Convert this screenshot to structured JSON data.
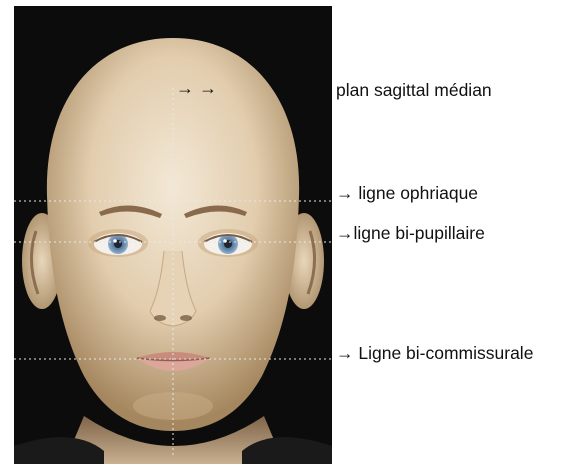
{
  "labels": {
    "sagittal_arrows": "→ →",
    "sagittal": "plan sagittal médian",
    "ophriaque": "→ ligne ophriaque",
    "bipupillaire": "→ligne bi-pupillaire",
    "bicommissurale": "→ Ligne bi-commissurale"
  },
  "colors": {
    "background": "#0c0c0c",
    "skin_light": "#efe3cf",
    "skin_mid": "#d9c2a0",
    "skin_dark": "#a88b66",
    "guide_line": "#e8e8e8",
    "iris": "#6f8fb0",
    "eyebrow": "#8a6a4c",
    "lip": "#d8a494",
    "text": "#111111"
  }
}
